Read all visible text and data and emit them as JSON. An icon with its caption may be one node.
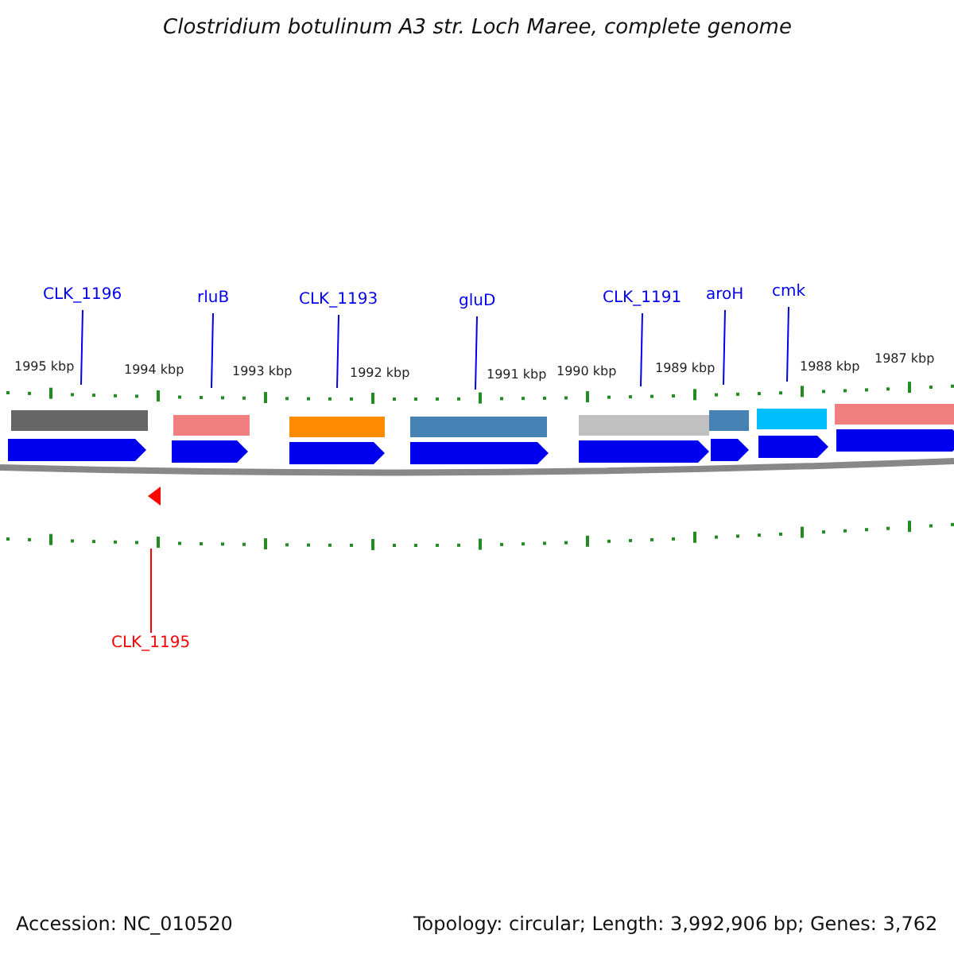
{
  "diagram": {
    "title": "Clostridium botulinum A3 str. Loch Maree, complete genome",
    "nodes": [
      {
        "text": [
          "CLK_1196"
        ]
      },
      {
        "text": [
          "rluB"
        ]
      },
      {
        "text": [
          "CLK_1193"
        ]
      },
      {
        "text": [
          "gluD"
        ]
      },
      {
        "text": [
          "CLK_1191"
        ]
      },
      {
        "text": [
          "aroH"
        ]
      },
      {
        "text": [
          "cmk"
        ]
      },
      {
        "text": [
          "CLK_1195"
        ]
      }
    ],
    "edges": [
      {
        "from": 0,
        "to": null,
        "arrow": "none"
      },
      {
        "from": 1,
        "to": null,
        "arrow": "none"
      },
      {
        "from": 2,
        "to": null,
        "arrow": "none"
      },
      {
        "from": 3,
        "to": null,
        "arrow": "none"
      },
      {
        "from": 4,
        "to": null,
        "arrow": "none"
      },
      {
        "from": 5,
        "to": null,
        "arrow": "none"
      },
      {
        "from": 6,
        "to": null,
        "arrow": "none"
      },
      {
        "from": 7,
        "to": null,
        "arrow": "none",
        "color": "#ff0000"
      }
    ],
    "labels": [
      "1995 kbp",
      "1994 kbp",
      "1993 kbp",
      "1992 kbp",
      "1991 kbp",
      "1990 kbp",
      "1989 kbp",
      "1988 kbp",
      "1987 kbp",
      "Accession: NC_010520",
      "Topology: circular; Length: 3,992,906 bp; Genes: 3,762"
    ]
  }
}
